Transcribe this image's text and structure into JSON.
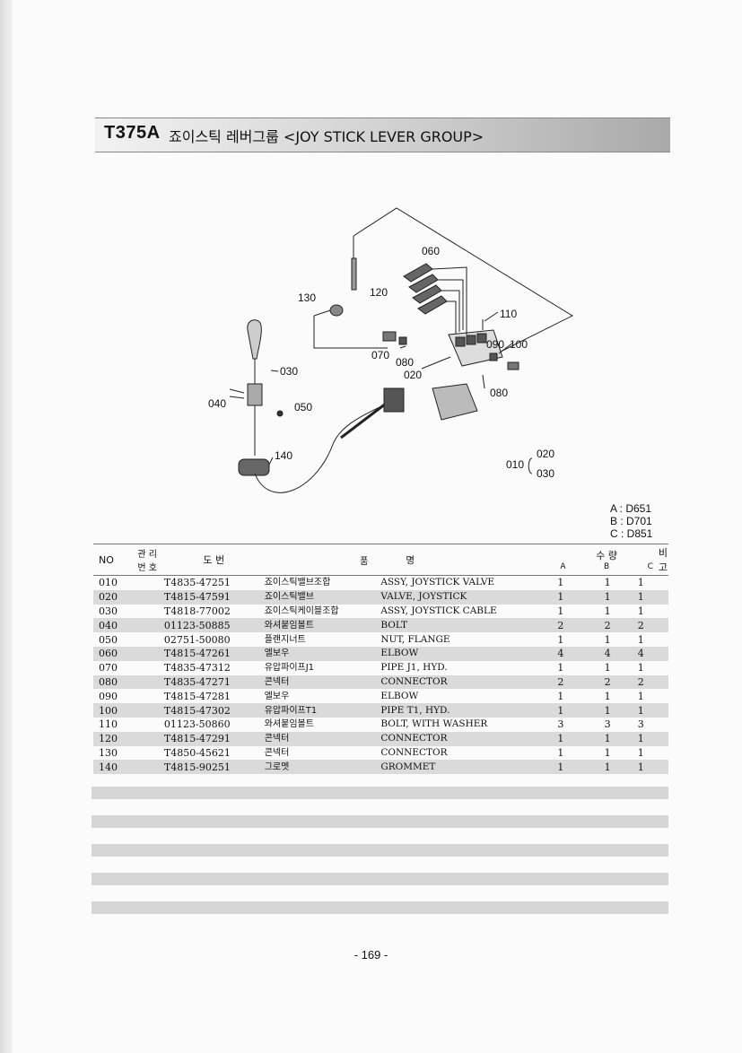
{
  "header": {
    "code": "T375A",
    "title": "죠이스틱 레버그룹 <JOY STICK LEVER GROUP>"
  },
  "diagram": {
    "callouts": [
      "060",
      "130",
      "120",
      "110",
      "090",
      "100",
      "070",
      "080",
      "020",
      "030",
      "040",
      "050",
      "080",
      "140"
    ],
    "assembly": {
      "main": "010",
      "sub1": "020",
      "sub2": "030"
    }
  },
  "variants": [
    "A : D651",
    "B : D701",
    "C : D851"
  ],
  "table": {
    "headers": {
      "no": "NO",
      "mgmt": "관리번호",
      "mgmt_top": "관 리",
      "mgmt_bottom": "번 호",
      "part_no": "도 번",
      "name_a": "품",
      "name_b": "명",
      "qty": "수 량",
      "qty_a": "A",
      "qty_b": "B",
      "qty_c": "C",
      "remark": "비 고"
    },
    "rows": [
      {
        "no": "010",
        "part": "T4835-47251",
        "kor": "죠이스틱밸브조합",
        "eng": "ASSY, JOYSTICK VALVE",
        "a": "1",
        "b": "1",
        "c": "1"
      },
      {
        "no": "020",
        "part": "T4815-47591",
        "kor": "죠이스틱밸브",
        "eng": "VALVE, JOYSTICK",
        "a": "1",
        "b": "1",
        "c": "1"
      },
      {
        "no": "030",
        "part": "T4818-77002",
        "kor": "죠이스틱케이블조합",
        "eng": "ASSY, JOYSTICK CABLE",
        "a": "1",
        "b": "1",
        "c": "1"
      },
      {
        "no": "040",
        "part": "01123-50885",
        "kor": "와셔붙임볼트",
        "eng": "BOLT",
        "a": "2",
        "b": "2",
        "c": "2"
      },
      {
        "no": "050",
        "part": "02751-50080",
        "kor": "플랜지너트",
        "eng": "NUT, FLANGE",
        "a": "1",
        "b": "1",
        "c": "1"
      },
      {
        "no": "060",
        "part": "T4815-47261",
        "kor": "엘보우",
        "eng": "ELBOW",
        "a": "4",
        "b": "4",
        "c": "4"
      },
      {
        "no": "070",
        "part": "T4835-47312",
        "kor": "유압파이프J1",
        "eng": "PIPE J1, HYD.",
        "a": "1",
        "b": "1",
        "c": "1"
      },
      {
        "no": "080",
        "part": "T4835-47271",
        "kor": "콘넥터",
        "eng": "CONNECTOR",
        "a": "2",
        "b": "2",
        "c": "2"
      },
      {
        "no": "090",
        "part": "T4815-47281",
        "kor": "엘보우",
        "eng": "ELBOW",
        "a": "1",
        "b": "1",
        "c": "1"
      },
      {
        "no": "100",
        "part": "T4815-47302",
        "kor": "유압파이프T1",
        "eng": "PIPE T1, HYD.",
        "a": "1",
        "b": "1",
        "c": "1"
      },
      {
        "no": "110",
        "part": "01123-50860",
        "kor": "와셔붙임볼트",
        "eng": "BOLT, WITH WASHER",
        "a": "3",
        "b": "3",
        "c": "3"
      },
      {
        "no": "120",
        "part": "T4815-47291",
        "kor": "콘넥터",
        "eng": "CONNECTOR",
        "a": "1",
        "b": "1",
        "c": "1"
      },
      {
        "no": "130",
        "part": "T4850-45621",
        "kor": "콘넥터",
        "eng": "CONNECTOR",
        "a": "1",
        "b": "1",
        "c": "1"
      },
      {
        "no": "140",
        "part": "T4815-90251",
        "kor": "그로멧",
        "eng": "GROMMET",
        "a": "1",
        "b": "1",
        "c": "1"
      }
    ]
  },
  "page_number": "- 169 -"
}
